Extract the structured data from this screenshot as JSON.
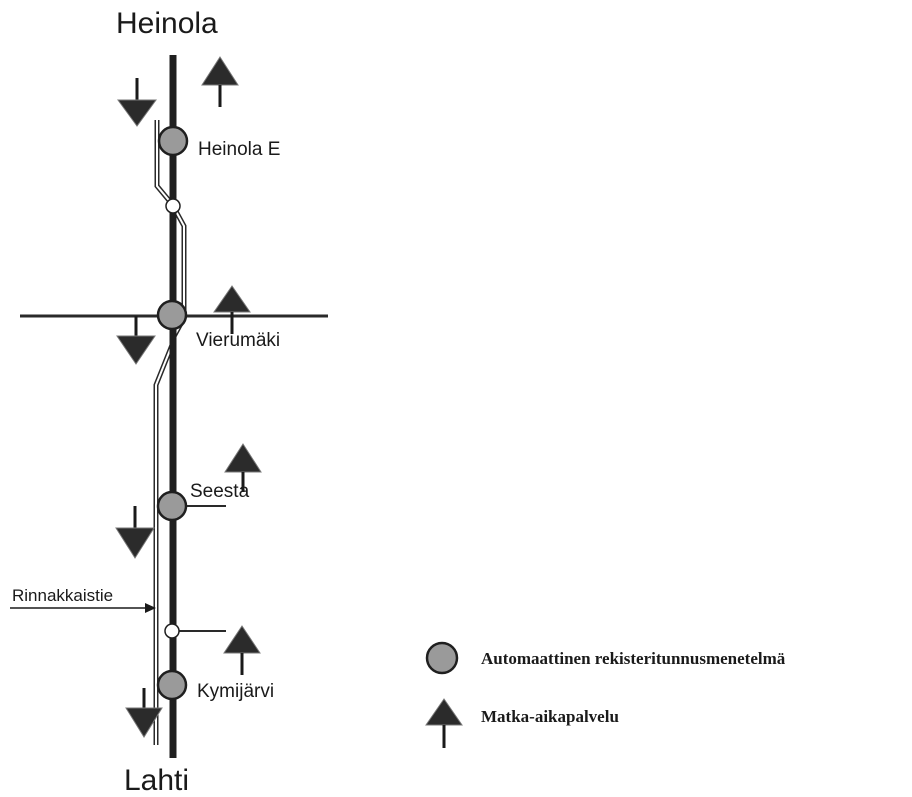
{
  "cities": {
    "north": "Heinola",
    "south": "Lahti"
  },
  "stations": {
    "heinola_e": "Heinola E",
    "vierumaki": "Vierumäki",
    "seesta": "Seesta",
    "kymijarvi": "Kymijärvi"
  },
  "annotation": {
    "parallel_road": "Rinnakkaistie"
  },
  "legend": {
    "camera": "Automaattinen rekisteritunnusmenetelmä",
    "travel_time": "Matka-aikapalvelu"
  },
  "colors": {
    "line": "#1f1f1f",
    "station_fill": "#9a9a9a",
    "sign_fill": "#2b2b2b",
    "background": "#ffffff"
  },
  "icons": {
    "camera": "camera-station-icon",
    "travel_time_sign": "travel-time-sign-icon",
    "junction": "junction-node-icon"
  }
}
